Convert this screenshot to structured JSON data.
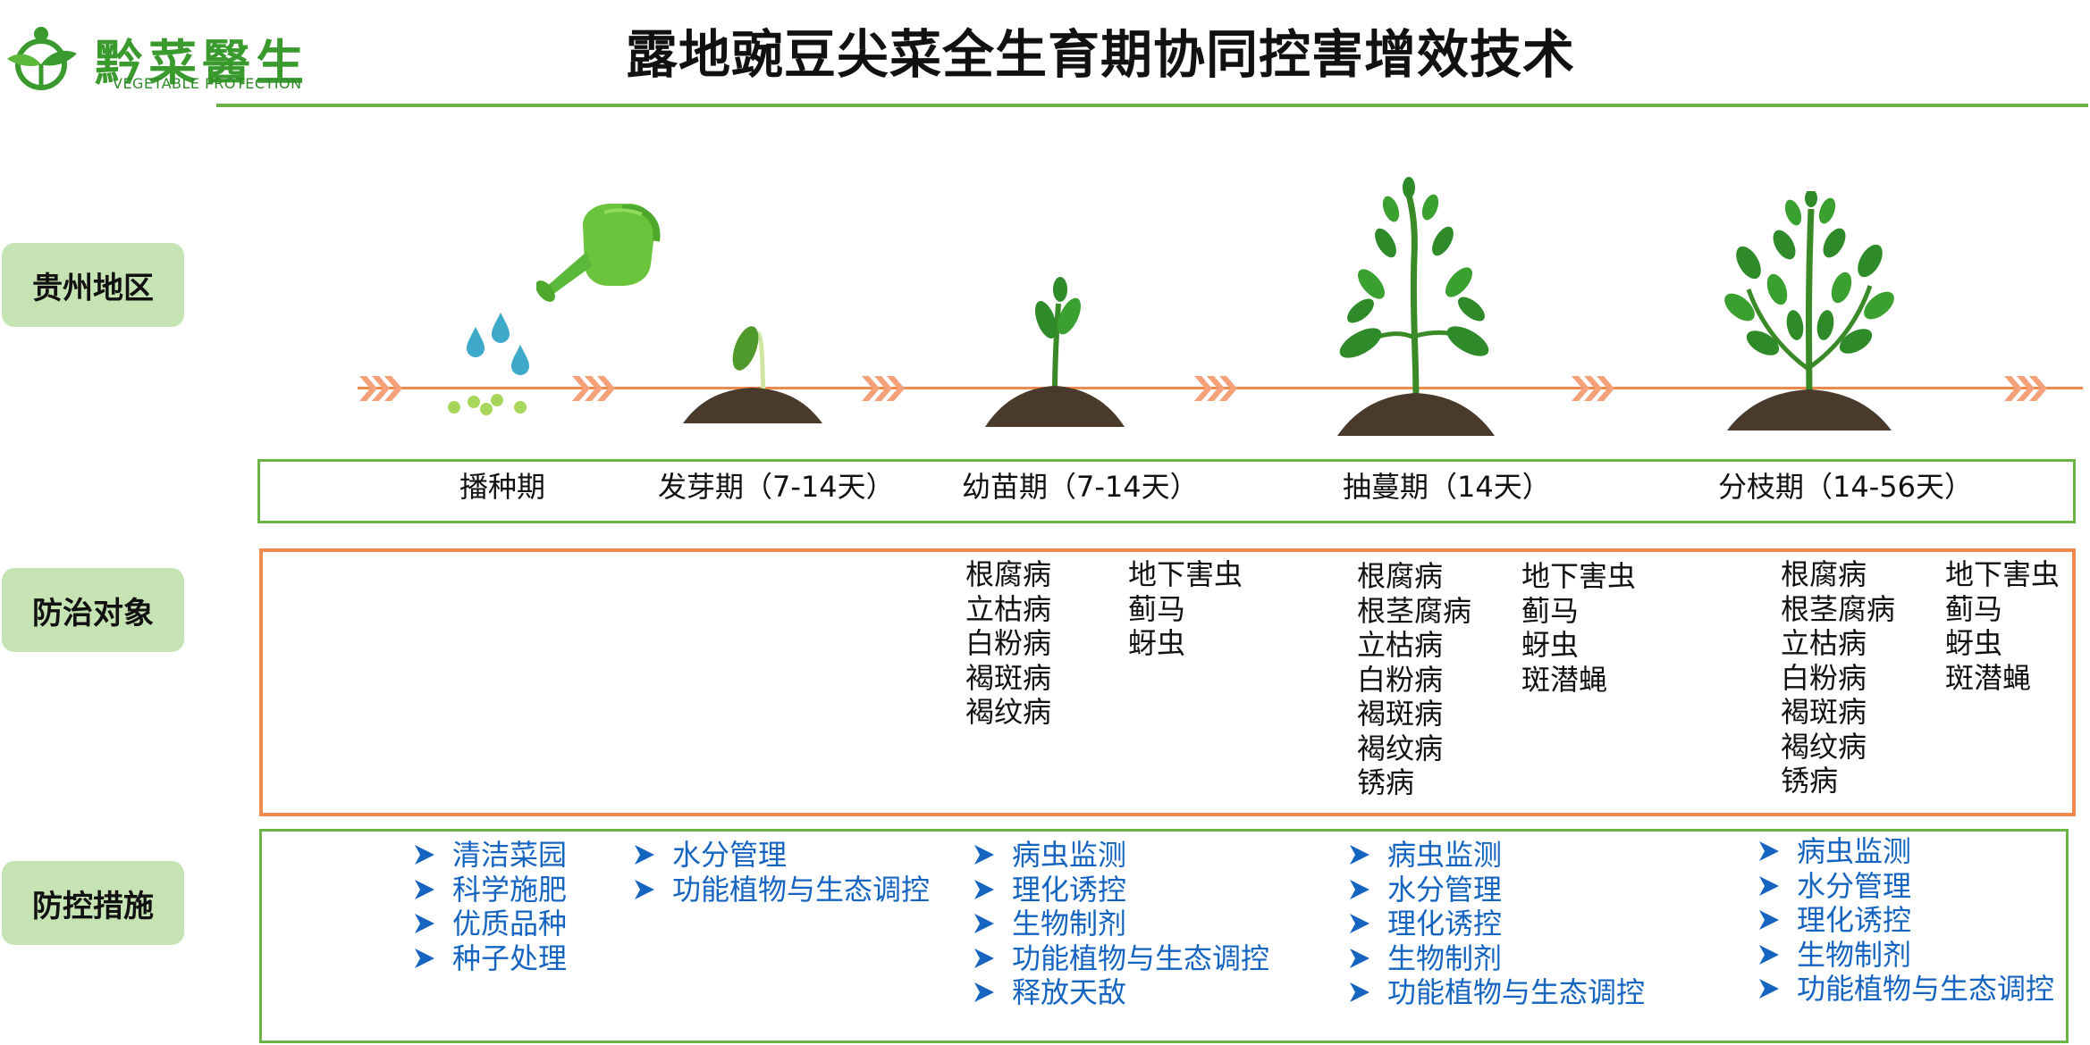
{
  "header": {
    "logo_name": "黔菜醫生",
    "logo_sub": "VEGETABLE PROTECTION",
    "title": "露地豌豆尖菜全生育期协同控害增效技术"
  },
  "side_labels": {
    "region": "贵州地区",
    "targets": "防治对象",
    "measures": "防控措施"
  },
  "stages": [
    {
      "label": "播种期"
    },
    {
      "label": "发芽期（7-14天）"
    },
    {
      "label": "幼苗期（7-14天）"
    },
    {
      "label": "抽蔓期（14天）"
    },
    {
      "label": "分枝期（14-56天）"
    }
  ],
  "targets": {
    "seedling": {
      "diseases": [
        "根腐病",
        "立枯病",
        "白粉病",
        "褐斑病",
        "褐纹病"
      ],
      "pests": [
        "地下害虫",
        "蓟马",
        "蚜虫"
      ]
    },
    "vining": {
      "diseases": [
        "根腐病",
        "根茎腐病",
        "立枯病",
        "白粉病",
        "褐斑病",
        "褐纹病",
        "锈病"
      ],
      "pests": [
        "地下害虫",
        "蓟马",
        "蚜虫",
        "斑潜蝇"
      ]
    },
    "branching": {
      "diseases": [
        "根腐病",
        "根茎腐病",
        "立枯病",
        "白粉病",
        "褐斑病",
        "褐纹病",
        "锈病"
      ],
      "pests": [
        "地下害虫",
        "蓟马",
        "蚜虫",
        "斑潜蝇"
      ]
    }
  },
  "measures": {
    "sowing": [
      "清洁菜园",
      "科学施肥",
      "优质品种",
      "种子处理"
    ],
    "germination": [
      "水分管理",
      "功能植物与生态调控"
    ],
    "seedling": [
      "病虫监测",
      "理化诱控",
      "生物制剂",
      "功能植物与生态调控",
      "释放天敌"
    ],
    "vining": [
      "病虫监测",
      "水分管理",
      "理化诱控",
      "生物制剂",
      "功能植物与生态调控"
    ],
    "branching": [
      "病虫监测",
      "水分管理",
      "理化诱控",
      "生物制剂",
      "功能植物与生态调控"
    ]
  },
  "colors": {
    "brand_green": "#3a9a2e",
    "rule_green": "#6ab344",
    "label_bg": "#c6e3b4",
    "timeline_orange": "#ee8a4e",
    "measure_blue": "#1565c0",
    "soil": "#4a3a2c",
    "leaf": "#2f8a2a"
  },
  "icons": [
    "logo-icon",
    "watering-can-icon",
    "water-drop-icon",
    "seed-icon",
    "sprout-icon",
    "seedling-plant-icon",
    "vining-plant-icon",
    "branching-plant-icon",
    "soil-mound-icon",
    "chevron-right-icon",
    "bullet-arrow-icon"
  ]
}
